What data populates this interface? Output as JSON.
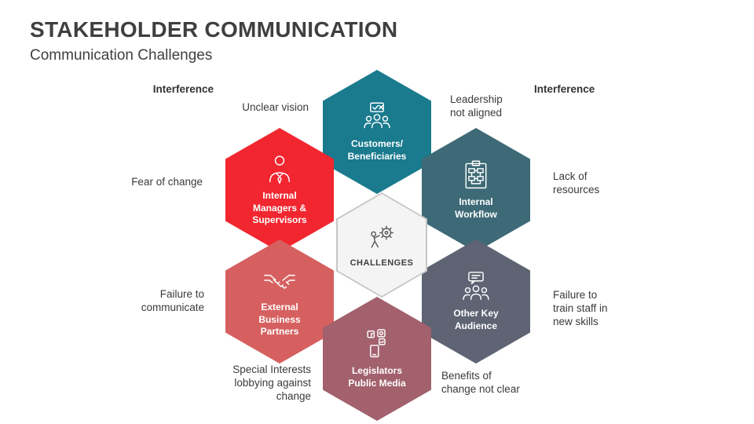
{
  "slide": {
    "title": "STAKEHOLDER COMMUNICATION",
    "subtitle": "Communication Challenges"
  },
  "center": {
    "label": "CHALLENGES",
    "fill": "#f4f4f4",
    "border": "#c6c6c6",
    "icon": "gear-person-icon"
  },
  "hexagons": {
    "customers": {
      "label": "Customers/\nBeneficiaries",
      "color": "#1a7a8e",
      "icon": "team-check-icon"
    },
    "workflow": {
      "label": "Internal\nWorkflow",
      "color": "#3d6a76",
      "icon": "flowchart-icon"
    },
    "other_key": {
      "label": "Other Key\nAudience",
      "color": "#5e6473",
      "icon": "audience-chat-icon"
    },
    "legislators": {
      "label": "Legislators\nPublic Media",
      "color": "#a2616d",
      "icon": "social-media-icon"
    },
    "external": {
      "label": "External\nBusiness\nPartners",
      "color": "#d66060",
      "icon": "handshake-icon"
    },
    "managers": {
      "label": "Internal\nManagers &\nSupervisors",
      "color": "#f1262f",
      "icon": "business-person-icon"
    }
  },
  "callouts": {
    "interference_left": "Interference",
    "unclear_vision": "Unclear vision",
    "leadership_not_aligned": "Leadership\nnot aligned",
    "interference_right": "Interference",
    "fear_of_change": "Fear of change",
    "lack_of_resources": "Lack of\nresources",
    "failure_to_communicate": "Failure to\ncommunicate",
    "failure_to_train": "Failure to\ntrain staff in\nnew skills",
    "special_interests": "Special Interests\nlobbying against\nchange",
    "benefits_not_clear": "Benefits of\nchange not clear"
  }
}
